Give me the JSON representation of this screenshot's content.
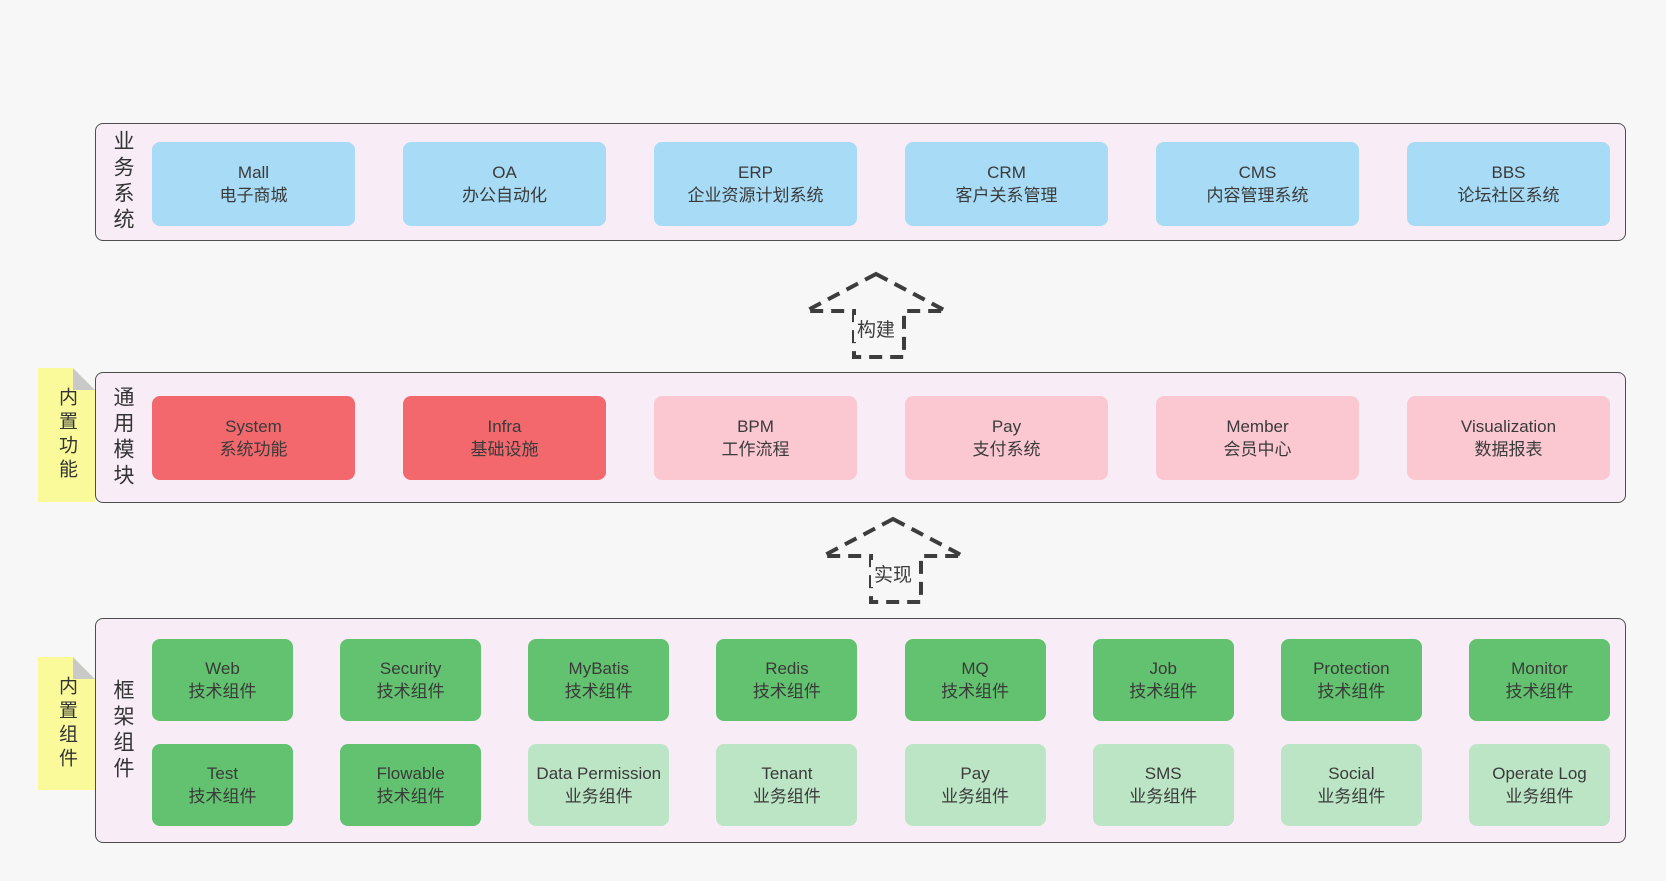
{
  "colors": {
    "bg": "#f7f7f7",
    "panel-bg": "#f8edf6",
    "panel-border": "#4d4d4d",
    "box-blue": "#a8dbf5",
    "box-red": "#f2686d",
    "box-pink": "#fbc8d2",
    "box-green": "#62c26f",
    "box-lightgreen": "#bce5c5",
    "sticky-yellow": "#fafa9b",
    "sticky-fold": "#c9c9c9",
    "arrow-stroke": "#3d3d3d"
  },
  "business_layer": {
    "label": "业务系统",
    "systems": [
      {
        "name": "Mall",
        "desc": "电子商城"
      },
      {
        "name": "OA",
        "desc": "办公自动化"
      },
      {
        "name": "ERP",
        "desc": "企业资源计划系统"
      },
      {
        "name": "CRM",
        "desc": "客户关系管理"
      },
      {
        "name": "CMS",
        "desc": "内容管理系统"
      },
      {
        "name": "BBS",
        "desc": "论坛社区系统"
      }
    ]
  },
  "arrow_build": {
    "label": "构建"
  },
  "module_layer": {
    "label": "通用模块",
    "sticky": "内置功能",
    "modules": [
      {
        "name": "System",
        "desc": "系统功能"
      },
      {
        "name": "Infra",
        "desc": "基础设施"
      },
      {
        "name": "BPM",
        "desc": "工作流程"
      },
      {
        "name": "Pay",
        "desc": "支付系统"
      },
      {
        "name": "Member",
        "desc": "会员中心"
      },
      {
        "name": "Visualization",
        "desc": "数据报表"
      }
    ]
  },
  "arrow_implement": {
    "label": "实现"
  },
  "component_layer": {
    "label": "框架组件",
    "sticky": "内置组件",
    "tech_row": [
      {
        "name": "Web",
        "desc": "技术组件"
      },
      {
        "name": "Security",
        "desc": "技术组件"
      },
      {
        "name": "MyBatis",
        "desc": "技术组件"
      },
      {
        "name": "Redis",
        "desc": "技术组件"
      },
      {
        "name": "MQ",
        "desc": "技术组件"
      },
      {
        "name": "Job",
        "desc": "技术组件"
      },
      {
        "name": "Protection",
        "desc": "技术组件"
      },
      {
        "name": "Monitor",
        "desc": "技术组件"
      }
    ],
    "biz_row": [
      {
        "name": "Test",
        "desc": "技术组件"
      },
      {
        "name": "Flowable",
        "desc": "技术组件"
      },
      {
        "name": "Data Permission",
        "desc": "业务组件"
      },
      {
        "name": "Tenant",
        "desc": "业务组件"
      },
      {
        "name": "Pay",
        "desc": "业务组件"
      },
      {
        "name": "SMS",
        "desc": "业务组件"
      },
      {
        "name": "Social",
        "desc": "业务组件"
      },
      {
        "name": "Operate Log",
        "desc": "业务组件"
      }
    ]
  }
}
